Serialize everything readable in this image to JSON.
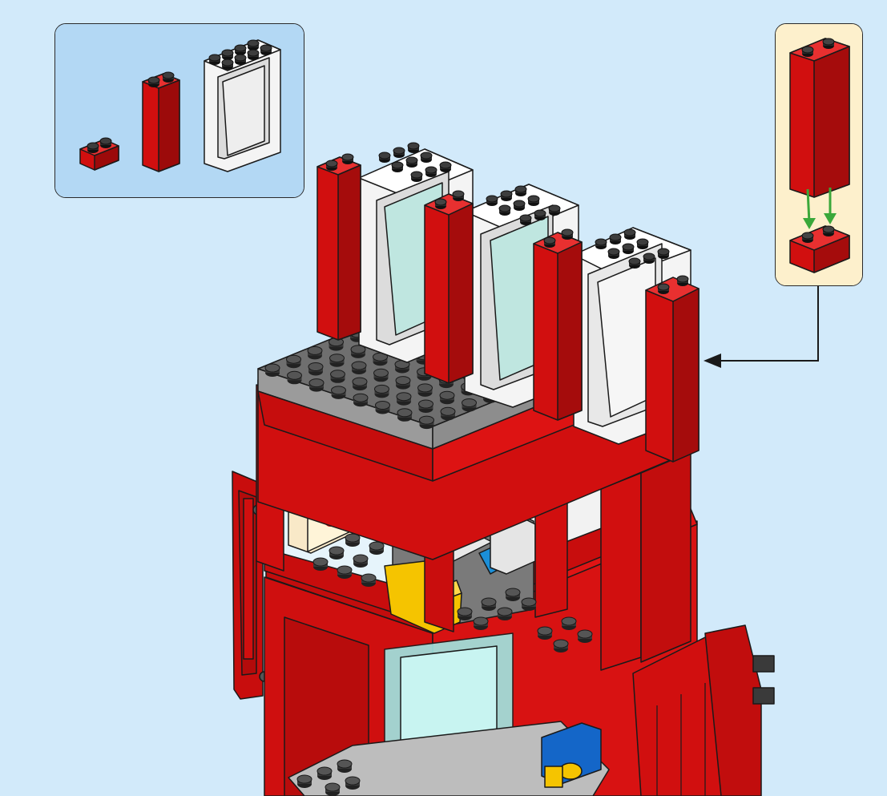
{
  "colors": {
    "background": "#d2eafa",
    "parts_panel": "#b3d8f4",
    "sub_panel": "#fdf0cc",
    "brick_red": "#d10f0f",
    "brick_red_dark": "#9c0a0a",
    "plate_gray": "#6f6f6f",
    "plate_gray_top": "#8d8d8d",
    "stud_dark": "#3a3a3a",
    "white_part": "#f4f4f4",
    "glass": "#cdeee8",
    "yellow": "#f5c400",
    "blue": "#1466c8",
    "arrow_green": "#3aa83a",
    "arrow_black": "#1a1a1a"
  },
  "parts_panel": {
    "parts": [
      {
        "name": "red-brick-1x2",
        "count": 1
      },
      {
        "name": "red-brick-1x1x3",
        "count": 1
      },
      {
        "name": "white-window-frame-1x4x5",
        "count": 1
      }
    ]
  },
  "sub_assembly": {
    "steps": [
      "red-brick-1x1x3",
      "red-brick-1x2"
    ]
  }
}
